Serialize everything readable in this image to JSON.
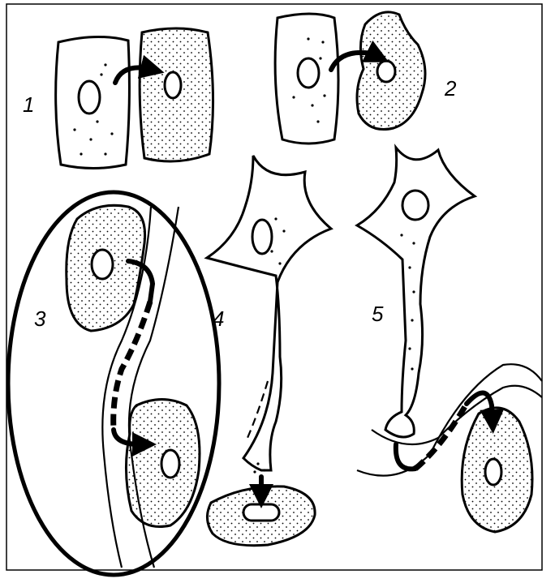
{
  "diagram": {
    "labels": {
      "one": "1",
      "two": "2",
      "three": "3",
      "four": "4",
      "five": "5"
    },
    "highlight_color": "#000000",
    "background_color": "#ffffff"
  }
}
